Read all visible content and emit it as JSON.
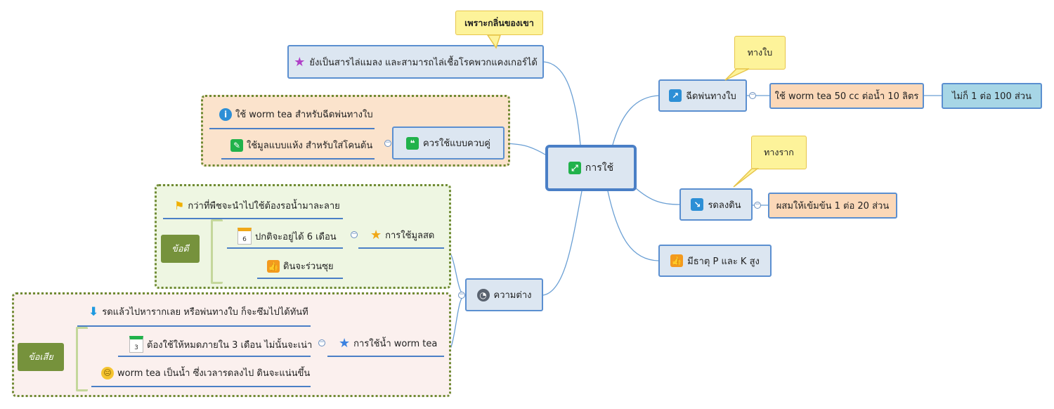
{
  "central": {
    "label": "การใช้",
    "icon": "expand-icon"
  },
  "callouts": {
    "smell": "เพราะกลิ่นของเขา",
    "leaf": "ทางใบ",
    "root": "ทางราก"
  },
  "nodes": {
    "insect": "ยังเป็นสารไล่แมลง  และสามารถไล่เชื้อโรคพวกแคงเกอร์ได้",
    "pair": "ควรใช้แบบควบคู่",
    "spray": "ฉีดพ่นทางใบ",
    "spray_ratio": "ใช้ worm tea 50 cc ต่อน้ำ 10 ลิตร",
    "spray_ratio2": "ไม่ก็ 1 ต่อ 100 ส่วน",
    "soil": "รดลงดิน",
    "soil_ratio": "ผสมให้เข้มข้น 1 ต่อ 20 ส่วน",
    "nutrient": "มีธาตุ P และ K สูง",
    "diff": "ความต่าง"
  },
  "pair_group": {
    "item1": "ใช้ worm tea สำหรับฉีดพ่นทางใบ",
    "item2": "ใช้มูลแบบแห้ง สำหรับใส่โคนต้น"
  },
  "fresh_group": {
    "title": "การใช้มูลสด",
    "note": "กว่าที่พืชจะนำไปใช้ต้องรอน้ำมาละลาย",
    "label": "ข้อดี",
    "item1": "ปกติจะอยู่ได้ 6 เดือน",
    "item1_cal": "6",
    "item2": "ดินจะร่วนซุย"
  },
  "tea_group": {
    "title": "การใช้น้ำ worm tea",
    "note": "รดแล้วไปหารากเลย หรือพ่นทางใบ ก็จะซึมไปได้ทันที",
    "label": "ข้อเสีย",
    "item1": "ต้องใช้ให้หมดภายใน 3 เดือน ไม่นั้นจะเน่า",
    "item1_cal": "3",
    "item2": "worm tea เป็นน้ำ ซึ่งเวลารดลงไป ดินจะแน่นขึ้น"
  },
  "colors": {
    "node_fill": "#dce6f1",
    "node_border": "#5b8fd0",
    "peach": "#fbd8b8",
    "light_blue": "#a7d6e6",
    "callout": "#fdf39a",
    "group_border": "#6f8a33",
    "label_green": "#76923c"
  }
}
